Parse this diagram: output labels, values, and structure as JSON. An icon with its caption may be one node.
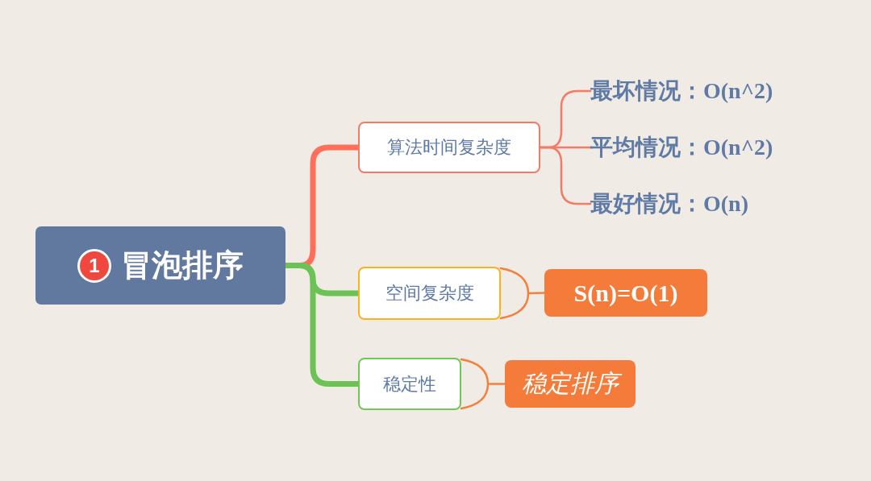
{
  "diagram": {
    "nodes": [
      {
        "text": [
          "1",
          "冒泡排序"
        ]
      },
      {
        "text": [
          "算法时间复杂度"
        ]
      },
      {
        "text": [
          "最坏情况：O(n^2)"
        ]
      },
      {
        "text": [
          "平均情况：O(n^2)"
        ]
      },
      {
        "text": [
          "最好情况：O(n)"
        ]
      },
      {
        "text": [
          "空间复杂度"
        ]
      },
      {
        "text": [
          "S(n)=O(1)"
        ]
      },
      {
        "text": [
          "稳定性"
        ]
      },
      {
        "text": [
          "稳定排序"
        ]
      }
    ],
    "edges": [
      {
        "from": 0,
        "to": 1,
        "arrow": "none",
        "style": "thick",
        "color": "#ff6f5a"
      },
      {
        "from": 0,
        "to": 5,
        "arrow": "none",
        "style": "thick",
        "color": "#6cc255"
      },
      {
        "from": 0,
        "to": 7,
        "arrow": "none",
        "style": "thick",
        "color": "#6cc255"
      },
      {
        "from": 1,
        "to": 2,
        "arrow": "none",
        "color": "#f47a66"
      },
      {
        "from": 1,
        "to": 3,
        "arrow": "none",
        "color": "#f47a66"
      },
      {
        "from": 1,
        "to": 4,
        "arrow": "none",
        "color": "#f47a66"
      },
      {
        "from": 5,
        "to": 6,
        "arrow": "none",
        "color": "#f5803e"
      },
      {
        "from": 7,
        "to": 8,
        "arrow": "none",
        "color": "#f5803e"
      }
    ]
  }
}
